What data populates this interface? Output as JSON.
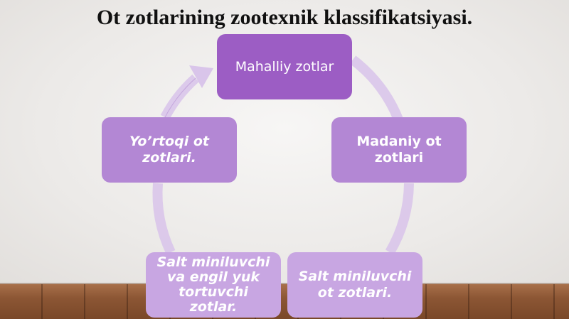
{
  "slide": {
    "title": "Ot zotlarining zootexnik klassifikatsiyasi."
  },
  "cycle": {
    "nodes": [
      {
        "label": "Mahalliy zotlar"
      },
      {
        "label": "Madaniy ot zotlari"
      },
      {
        "label": "Salt miniluvchi ot zotlari."
      },
      {
        "label": "Salt miniluvchi va engil yuk tortuvchi zotlar."
      },
      {
        "label": "Yo’rtoqi ot zotlari."
      }
    ]
  },
  "colors": {
    "node_dark": "#9c5dc4",
    "node_mid": "#b387d4",
    "node_light": "#c8a6e2",
    "arrow": "#d9c5ea"
  }
}
